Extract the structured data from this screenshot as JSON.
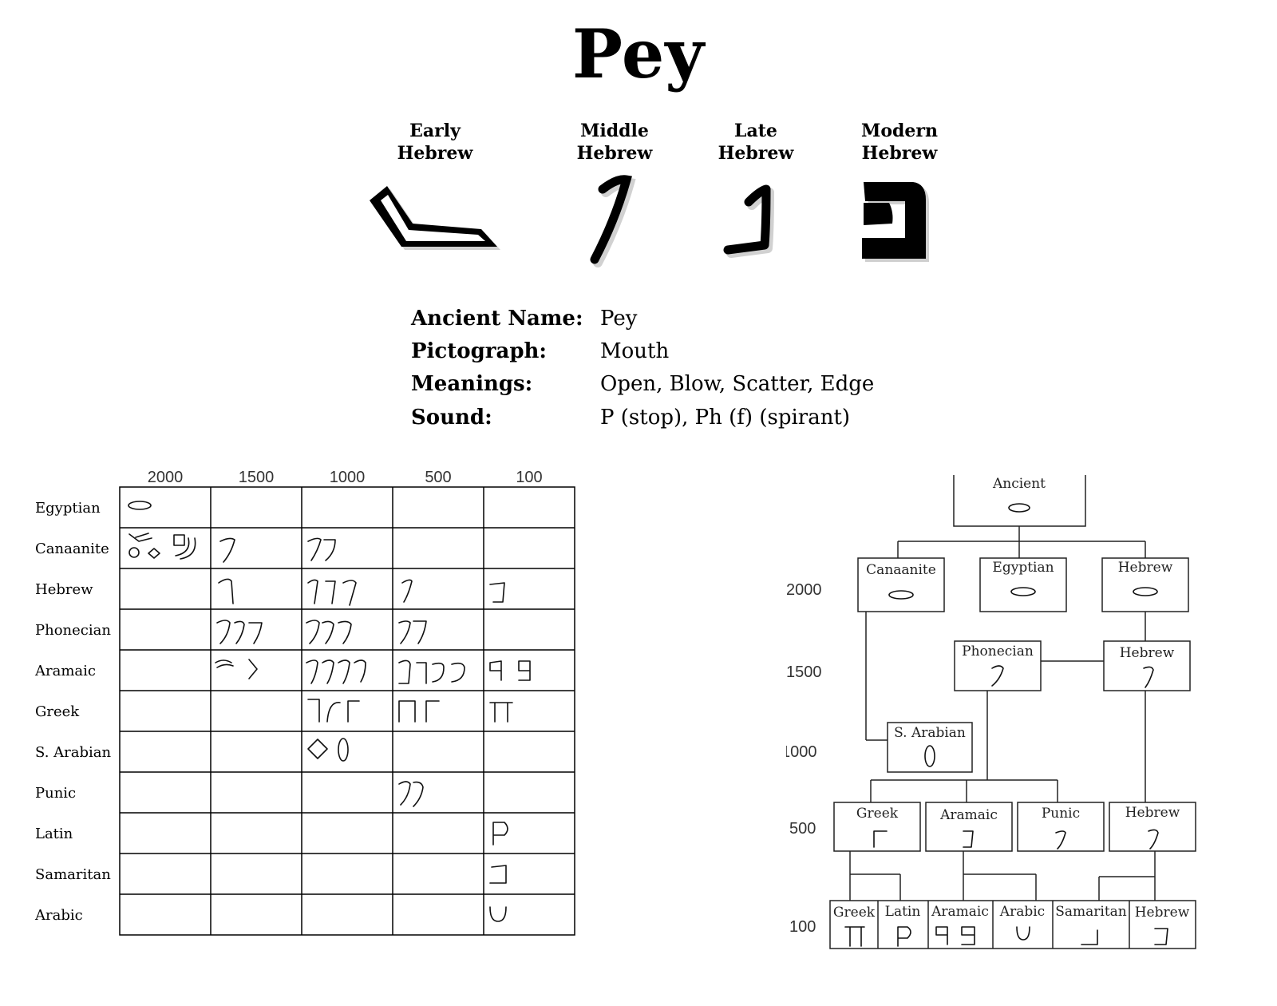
{
  "title": "Pey",
  "stages": [
    {
      "line1": "Early",
      "line2": "Hebrew",
      "glyph": "early-pey-glyph"
    },
    {
      "line1": "Middle",
      "line2": "Hebrew",
      "glyph": "middle-pey-glyph"
    },
    {
      "line1": "Late",
      "line2": "Hebrew",
      "glyph": "late-pey-glyph"
    },
    {
      "line1": "Modern",
      "line2": "Hebrew",
      "glyph": "modern-pey-glyph"
    }
  ],
  "info": [
    {
      "key": "Ancient Name:",
      "value": "Pey"
    },
    {
      "key": "Pictograph:",
      "value": "Mouth"
    },
    {
      "key": "Meanings:",
      "value": "Open, Blow, Scatter, Edge"
    },
    {
      "key": "Sound:",
      "value": "P (stop), Ph (f) (spirant)"
    }
  ],
  "evolution_table": {
    "columns": [
      "2000",
      "1500",
      "1000",
      "500",
      "100"
    ],
    "rows": [
      "Egyptian",
      "Canaanite",
      "Hebrew",
      "Phonecian",
      "Aramaic",
      "Greek",
      "S. Arabian",
      "Punic",
      "Latin",
      "Samaritan",
      "Arabic"
    ]
  },
  "family_tree": {
    "years": [
      "2000",
      "1500",
      "1000",
      "500",
      "100"
    ],
    "nodes": {
      "ancient": "Ancient",
      "canaanite": "Canaanite",
      "egyptian": "Egyptian",
      "hebrew_2000": "Hebrew",
      "phonecian": "Phonecian",
      "hebrew_1500": "Hebrew",
      "s_arabian": "S. Arabian",
      "greek_500": "Greek",
      "aramaic_500": "Aramaic",
      "punic": "Punic",
      "hebrew_500": "Hebrew",
      "greek_100": "Greek",
      "latin_100": "Latin",
      "aramaic_100": "Aramaic",
      "arabic_100": "Arabic",
      "samaritan_100": "Samaritan",
      "hebrew_100": "Hebrew"
    }
  }
}
